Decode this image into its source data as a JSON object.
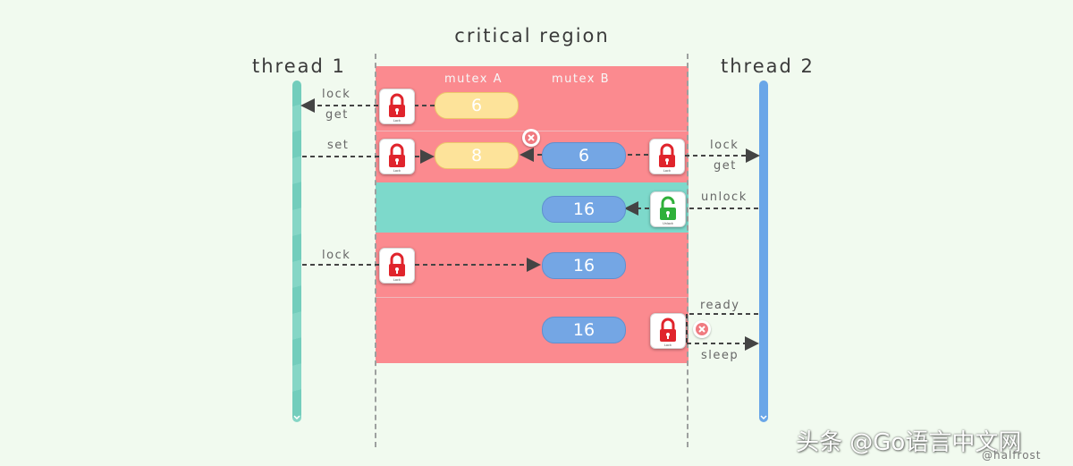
{
  "diagram": {
    "title": "critical region",
    "thread1": "thread 1",
    "thread2": "thread 2",
    "mutex_a": "mutex A",
    "mutex_b": "mutex B",
    "rows": {
      "r1": {
        "label_top": "lock",
        "label_bottom": "get",
        "value": "6"
      },
      "r2": {
        "label_left": "set",
        "value_a": "8",
        "value_b": "6",
        "label_top": "lock",
        "label_bottom": "get"
      },
      "r3": {
        "label": "unlock",
        "value": "16"
      },
      "r4": {
        "label": "lock",
        "value": "16"
      },
      "r5": {
        "label_top": "ready",
        "label_bottom": "sleep",
        "value": "16"
      }
    },
    "lock_caption": "Lock",
    "unlock_caption": "Unlock",
    "watermark": "头条 @Go语言中文网",
    "credit": "@halfrost"
  },
  "colors": {
    "critical_red": "#fb8a8f",
    "unlock_teal": "#7dd9cb",
    "thread1": "#73cdbc",
    "thread2": "#6aa6e8",
    "mutex_a_pill": "#fde39a",
    "mutex_b_pill": "#74a6e4",
    "lock_red": "#e0242c",
    "unlock_green": "#2fb03a"
  },
  "icons": {
    "locked": "padlock-closed-red",
    "unlocked": "padlock-open-green",
    "conflict": "x-circle-red"
  }
}
